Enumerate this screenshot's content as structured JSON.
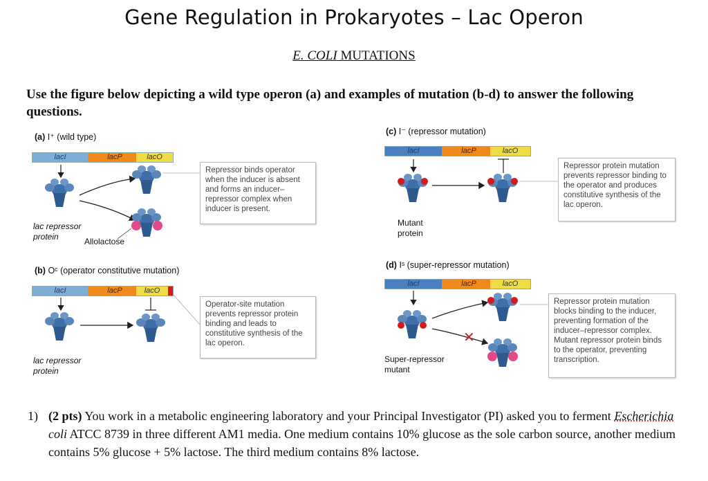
{
  "header": {
    "title": "Gene Regulation in Prokaryotes – Lac Operon",
    "subtitle_italic": "E. COLI",
    "subtitle_rest": " MUTATIONS"
  },
  "instructions": "Use the figure below depicting a wild type operon (a) and examples of mutation (b-d) to answer the following questions.",
  "figure": {
    "genes": {
      "lacI": "lacI",
      "lacP": "lacP",
      "lacO": "lacO"
    },
    "panel_a": {
      "label_letter": "(a)",
      "label_text": "I⁺ (wild type)",
      "caption_repressor": "lac repressor protein",
      "caption_allolactose": "Allolactose",
      "note": "Repressor binds operator when the inducer is absent and forms an inducer–repressor complex when inducer is present."
    },
    "panel_b": {
      "label_letter": "(b)",
      "label_text": "Oᶜ (operator constitutive mutation)",
      "caption_repressor": "lac repressor protein",
      "note": "Operator-site mutation prevents repressor protein binding and leads to constitutive synthesis of the lac operon."
    },
    "panel_c": {
      "label_letter": "(c)",
      "label_text": "I⁻ (repressor mutation)",
      "caption_mutant": "Mutant protein",
      "note": "Repressor protein mutation prevents repressor binding to the operator and produces constitutive synthesis of the lac operon."
    },
    "panel_d": {
      "label_letter": "(d)",
      "label_text": "Iˢ (super-repressor mutation)",
      "caption_mutant": "Super-repressor mutant",
      "note": "Repressor protein mutation blocks binding to the inducer, preventing formation of the inducer–repressor complex. Mutant repressor protein binds to the operator, preventing transcription."
    },
    "colors": {
      "lacI": "#7faed6",
      "lacP": "#f08a1c",
      "lacO": "#eedb45",
      "repressor": "#3f6fa8",
      "inducer": "#e04a8a",
      "mutation": "#d21c1c"
    }
  },
  "question": {
    "number": "1)",
    "points": "(2 pts)",
    "text_1": " You work in a metabolic engineering laboratory and your Principal Investigator (PI) asked you to ferment ",
    "organism": "Escherichia",
    "species": " coli",
    "text_2": " ATCC 8739 in three different AM1 media. One medium contains 10% glucose as the sole carbon source, another medium contains 5% glucose + 5% lactose. The third medium contains 8% lactose."
  }
}
